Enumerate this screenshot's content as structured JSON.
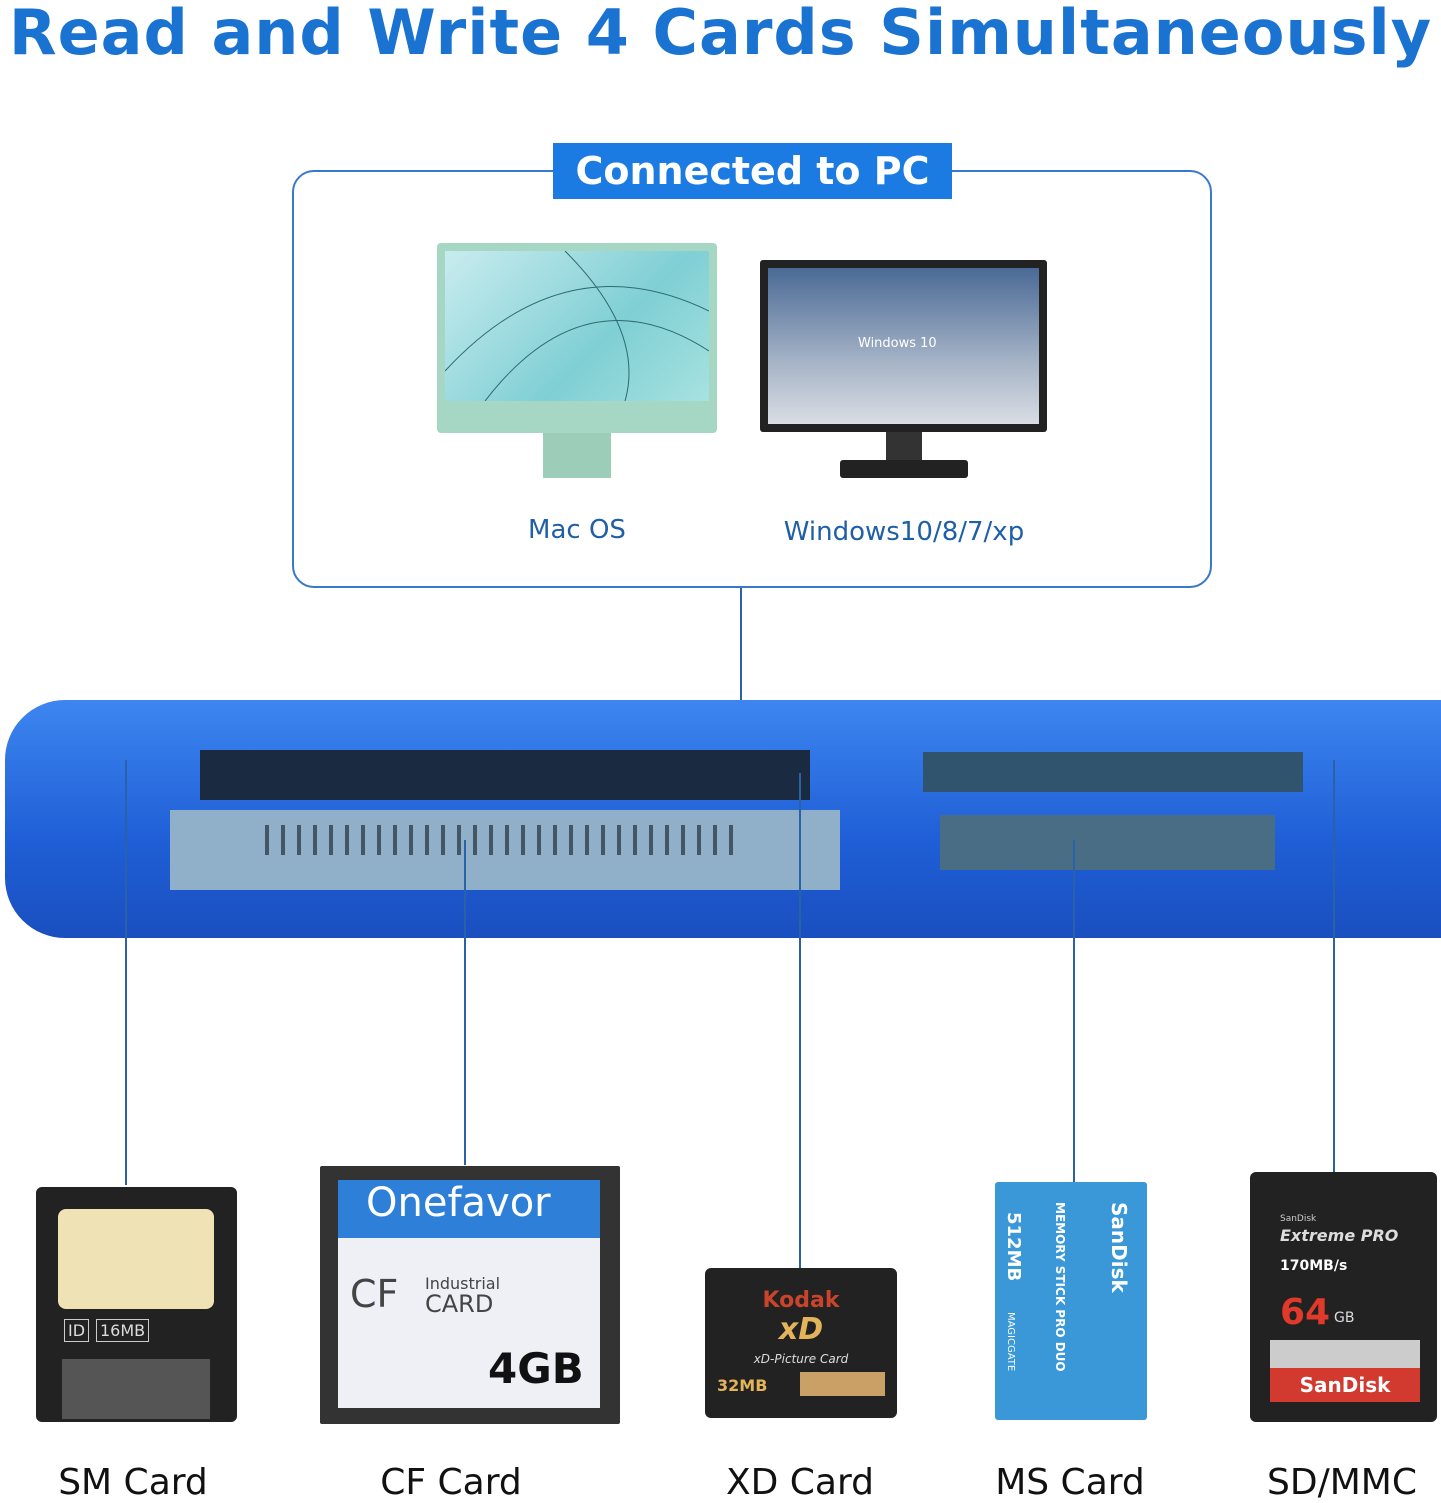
{
  "title": "Read and Write 4 Cards Simultaneously",
  "badge": "Connected to PC",
  "os": [
    {
      "label": "Mac OS",
      "screen_text": ""
    },
    {
      "label": "Windows10/8/7/xp",
      "screen_text": "Windows 10"
    }
  ],
  "colors": {
    "accent": "#1a73d1",
    "device": "#2a6fe0"
  },
  "cards": [
    {
      "label": "SM Card",
      "text": [
        "ID",
        "16MB"
      ]
    },
    {
      "label": "CF Card",
      "text": [
        "Onefavor",
        "CF",
        "Industrial",
        "CARD",
        "4GB"
      ]
    },
    {
      "label": "XD Card",
      "text": [
        "Kodak",
        "xD",
        "xD-Picture Card",
        "32MB"
      ]
    },
    {
      "label": "MS Card",
      "text": [
        "512MB",
        "MEMORY STICK PRO DUO",
        "SanDisk",
        "MAGICGATE"
      ]
    },
    {
      "label": "SD/MMC",
      "text": [
        "SanDisk",
        "Extreme PRO",
        "170MB/s",
        "64",
        "GB",
        "SanDisk"
      ]
    }
  ]
}
